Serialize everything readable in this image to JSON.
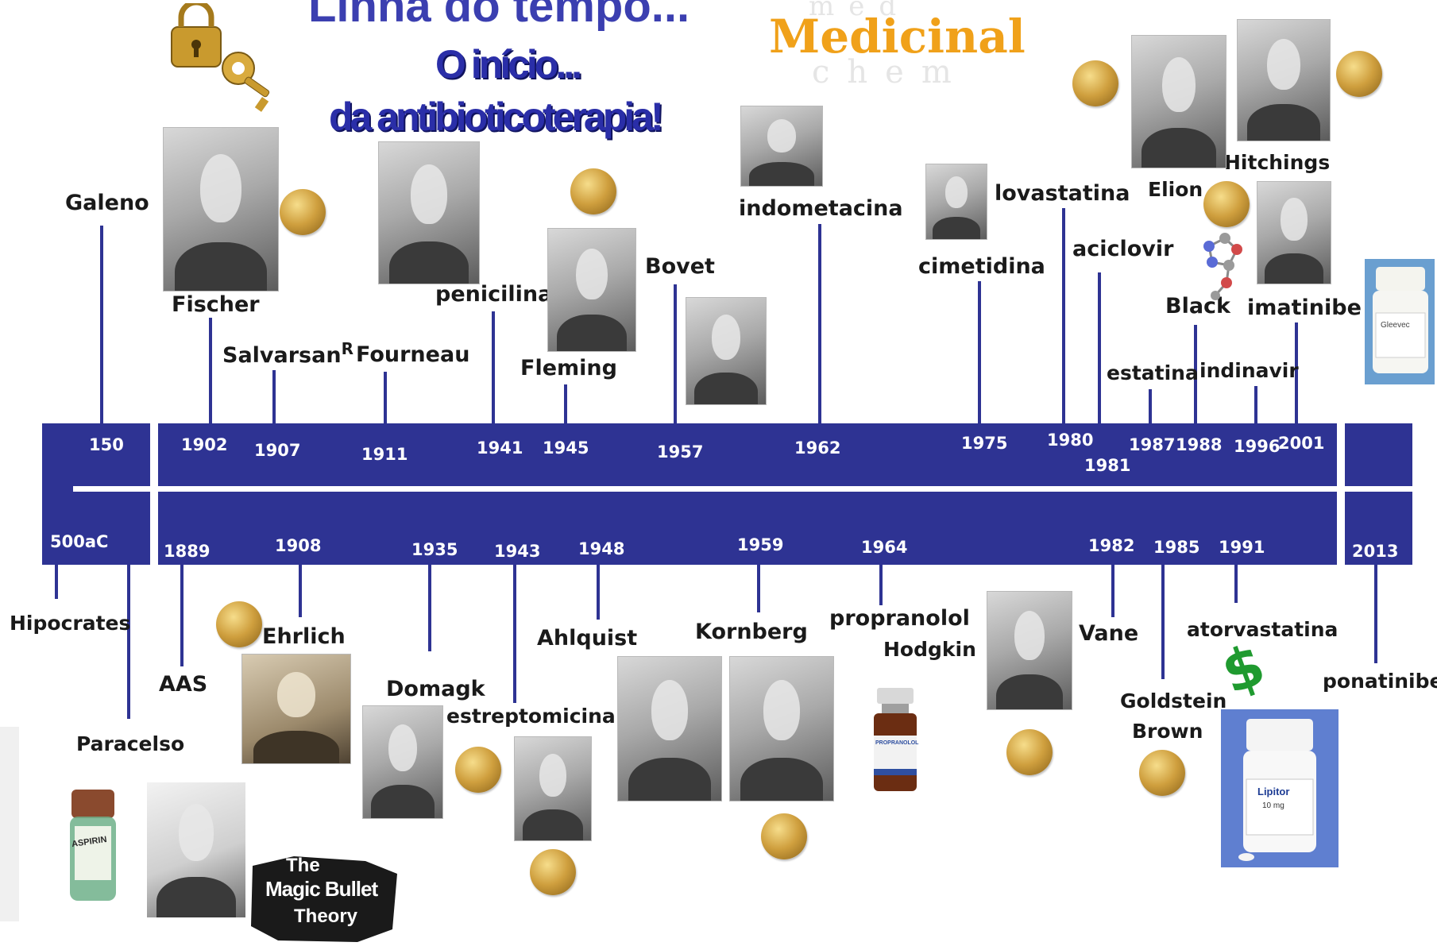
{
  "title": {
    "line1": "Linha do tempo...",
    "line2": "O início...",
    "line3": "da antibioticoterapia!"
  },
  "brand": {
    "top": "med",
    "main": "Medicinal",
    "bottom": "chem"
  },
  "colors": {
    "band": "#2e3393",
    "medal": "#cf9f3e",
    "brand": "#f0a11a",
    "title": "#2a2ea8"
  },
  "years_top": [
    "150",
    "1902",
    "1907",
    "1911",
    "1941",
    "1945",
    "1957",
    "1962",
    "1975",
    "1980",
    "1981",
    "1987",
    "1988",
    "1996",
    "2001"
  ],
  "years_bottom": [
    "500aC",
    "1889",
    "1908",
    "1935",
    "1943",
    "1948",
    "1959",
    "1964",
    "1982",
    "1985",
    "1991",
    "2013"
  ],
  "labels_top": {
    "galeno": "Galeno",
    "fischer": "Fischer",
    "salvarsan": "Salvarsan",
    "salvarsan_sup": "R",
    "fourneau": "Fourneau",
    "penicilina": "penicilina",
    "fleming": "Fleming",
    "bovet": "Bovet",
    "indometacina": "indometacina",
    "cimetidina": "cimetidina",
    "lovastatina": "lovastatina",
    "aciclovir": "aciclovir",
    "elion": "Elion",
    "hitchings": "Hitchings",
    "estatina": "estatina",
    "black": "Black",
    "indinavir": "indinavir",
    "imatinibe": "imatinibe"
  },
  "labels_bottom": {
    "hipocrates": "Hipocrates",
    "paracelso": "Paracelso",
    "aas": "AAS",
    "ehrlich": "Ehrlich",
    "domagk": "Domagk",
    "estreptomicina": "estreptomicina",
    "ahlquist": "Ahlquist",
    "kornberg": "Kornberg",
    "propranolol": "propranolol",
    "hodgkin": "Hodgkin",
    "vane": "Vane",
    "atorvastatina": "atorvastatina",
    "goldstein": "Goldstein",
    "brown": "Brown",
    "ponatinibe": "ponatinibe"
  },
  "artwork": {
    "aspirin_text": "ASPIRIN",
    "magic_bullet": [
      "The",
      "Magic Bullet",
      "Theory"
    ],
    "gleevec": "Gleevec",
    "propranolol_vial": "PROPRANOLOL",
    "lipitor": "Lipitor",
    "lipitor_dose": "10 mg"
  }
}
